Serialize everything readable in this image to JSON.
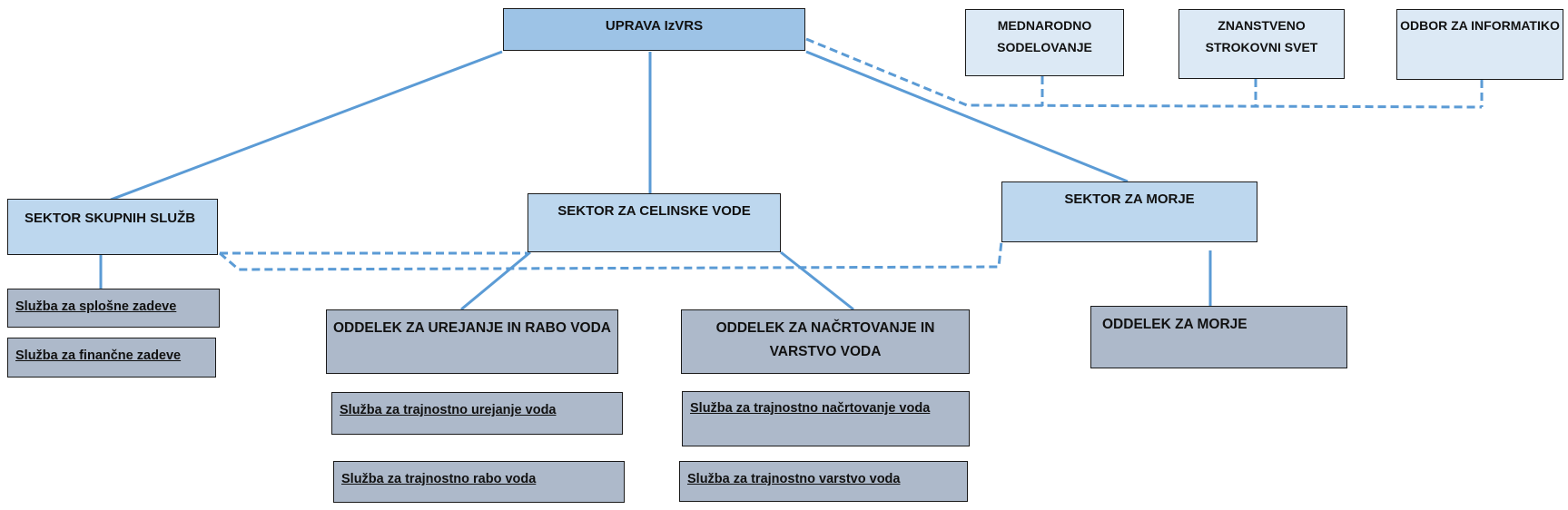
{
  "top": {
    "label": "UPRAVA IzVRS"
  },
  "advisory": [
    {
      "label": "MEDNARODNO SODELOVANJE"
    },
    {
      "label": "ZNANSTVENO STROKOVNI SVET"
    },
    {
      "label": "ODBOR ZA INFORMATIKO"
    }
  ],
  "sectors": [
    {
      "label": "SEKTOR SKUPNIH SLUŽB"
    },
    {
      "label": "SEKTOR ZA CELINSKE VODE"
    },
    {
      "label": "SEKTOR ZA MORJE"
    }
  ],
  "departments": [
    {
      "label": "ODDELEK ZA UREJANJE IN RABO VODA"
    },
    {
      "label": "ODDELEK ZA NAČRTOVANJE IN VARSTVO VODA"
    },
    {
      "label": "ODDELEK ZA MORJE"
    }
  ],
  "services": [
    {
      "label": "Služba za splošne zadeve"
    },
    {
      "label": "Služba za finančne zadeve"
    },
    {
      "label": "Služba za trajnostno urejanje voda"
    },
    {
      "label": "Služba za trajnostno rabo voda"
    },
    {
      "label": "Služba za trajnostno načrtovanje voda"
    },
    {
      "label": "Služba za trajnostno varstvo voda"
    }
  ],
  "colors": {
    "connector": "#5b9bd5",
    "top_fill": "#9dc3e6",
    "advisory_fill": "#dce9f5",
    "sector_fill": "#bdd7ee",
    "unit_fill": "#adb9ca"
  }
}
